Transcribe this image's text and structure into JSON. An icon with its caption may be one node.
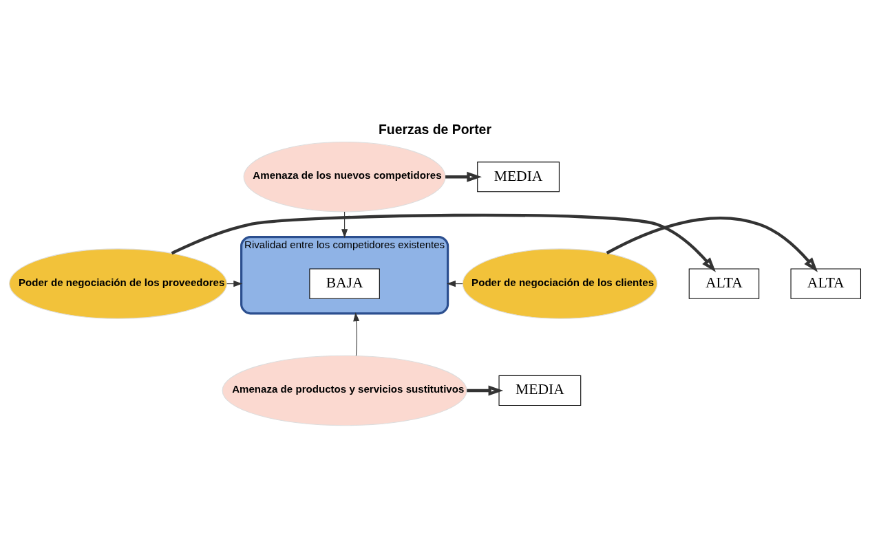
{
  "diagram": {
    "title": "Fuerzas de Porter",
    "nodes": [
      {
        "text": [
          "Amenaza de los nuevos competidores"
        ]
      },
      {
        "text": [
          "MEDIA"
        ]
      },
      {
        "text": [
          "Poder de negociación de los proveedores"
        ]
      },
      {
        "text": [
          "Rivalidad entre los competidores existentes"
        ]
      },
      {
        "text": [
          "BAJA"
        ],
        "in": 3
      },
      {
        "text": [
          "Poder de negociación de los clientes"
        ]
      },
      {
        "text": [
          "ALTA"
        ]
      },
      {
        "text": [
          "ALTA"
        ]
      },
      {
        "text": [
          "Amenaza de productos y servicios sustitutivos"
        ]
      },
      {
        "text": [
          "MEDIA"
        ]
      }
    ],
    "edges": [
      {
        "from": 0,
        "to": 3,
        "arrow": "to"
      },
      {
        "from": 2,
        "to": 3,
        "arrow": "to"
      },
      {
        "from": 5,
        "to": 3,
        "arrow": "to"
      },
      {
        "from": 8,
        "to": 3,
        "arrow": "to"
      },
      {
        "from": 0,
        "to": 1,
        "arrow": "to",
        "style": "thick"
      },
      {
        "from": 5,
        "to": 6,
        "arrow": "to",
        "style": "thick"
      },
      {
        "from": 2,
        "to": 7,
        "arrow": "to",
        "style": "thick"
      },
      {
        "from": 8,
        "to": 9,
        "arrow": "to",
        "style": "thick"
      }
    ]
  }
}
